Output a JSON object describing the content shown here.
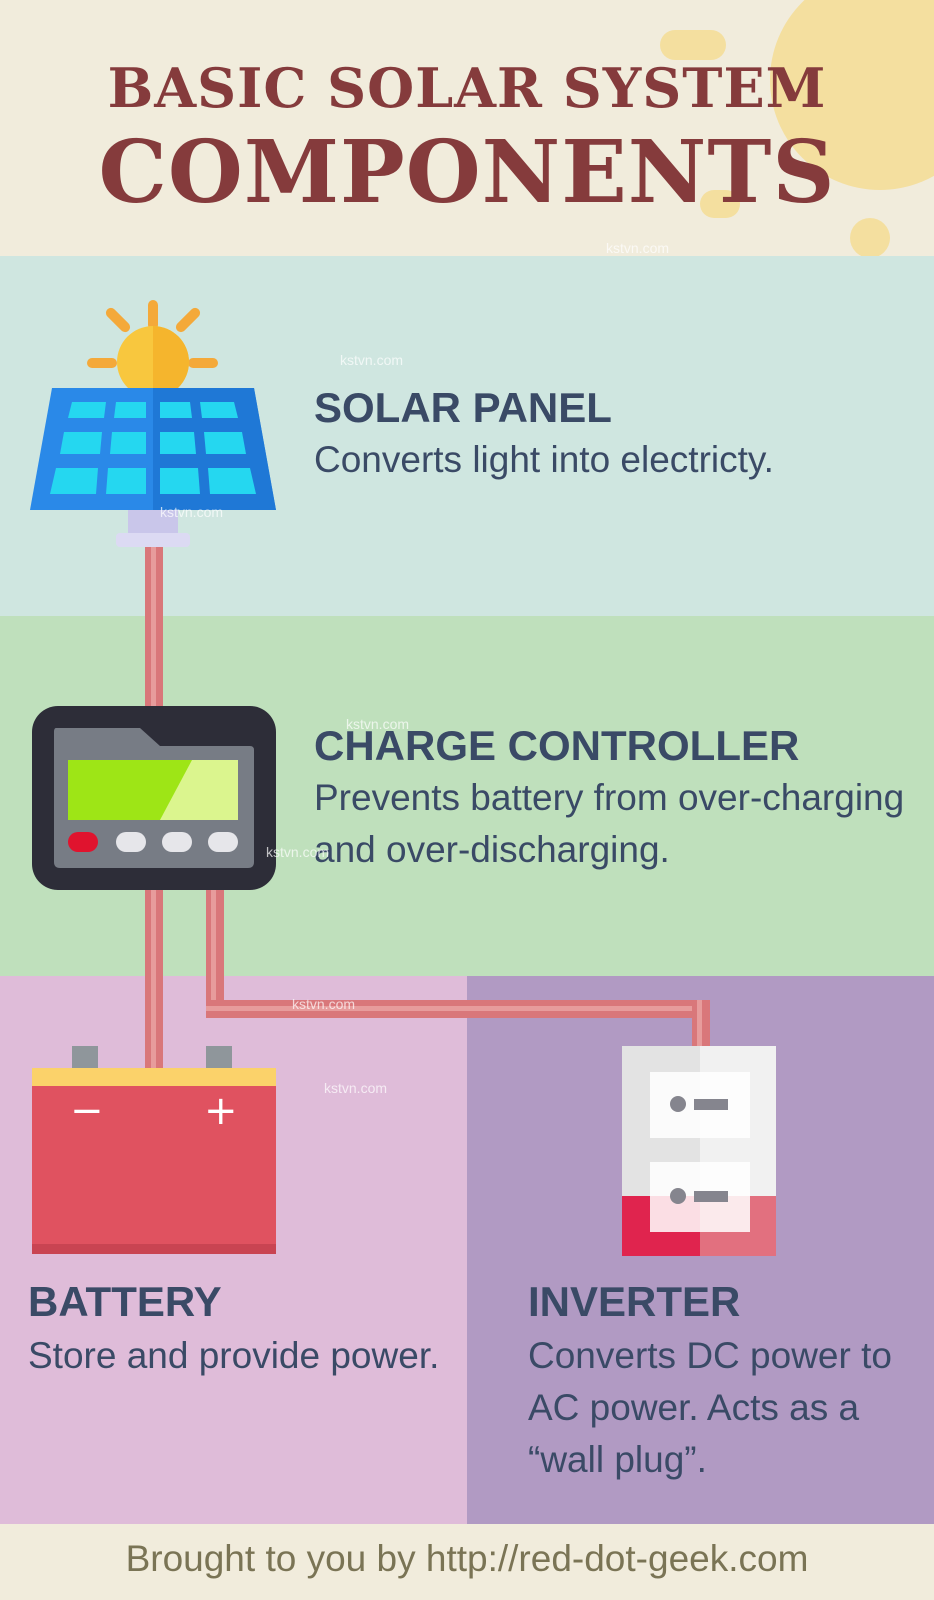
{
  "title": {
    "line1": "BASIC SOLAR SYSTEM",
    "line2": "COMPONENTS"
  },
  "components": {
    "solar_panel": {
      "heading": "SOLAR PANEL",
      "description": "Converts light into electricty."
    },
    "charge_controller": {
      "heading": "CHARGE CONTROLLER",
      "description_line1": "Prevents battery from over-charging",
      "description_line2": "and over-discharging."
    },
    "battery": {
      "heading": "BATTERY",
      "description": "Store and provide power.",
      "minus_label": "−",
      "plus_label": "+"
    },
    "inverter": {
      "heading": "INVERTER",
      "description_line1": "Converts DC power to",
      "description_line2": "AC power. Acts as a",
      "description_line3": "“wall plug”."
    }
  },
  "footer": {
    "credit": "Brought to you by http://red-dot-geek.com"
  },
  "watermarks": [
    "kstvn.com",
    "kstvn.com",
    "kstvn.com",
    "kstvn.com",
    "kstvn.com",
    "kstvn.com",
    "kstvn.com"
  ],
  "icons": {
    "sun": "sun-icon",
    "solar_panel": "solar-panel-icon",
    "charge_controller": "charge-controller-icon",
    "battery": "battery-icon",
    "inverter": "inverter-icon"
  },
  "colors": {
    "title": "#853b3c",
    "heading_text": "#3a4a66",
    "panel_band": "#cfe6e0",
    "controller_band": "#bfe0bc",
    "battery_band": "#dfbcd9",
    "inverter_band": "#b19ac3",
    "header_bg": "#f1ecdc",
    "wire": "#d9777a"
  }
}
